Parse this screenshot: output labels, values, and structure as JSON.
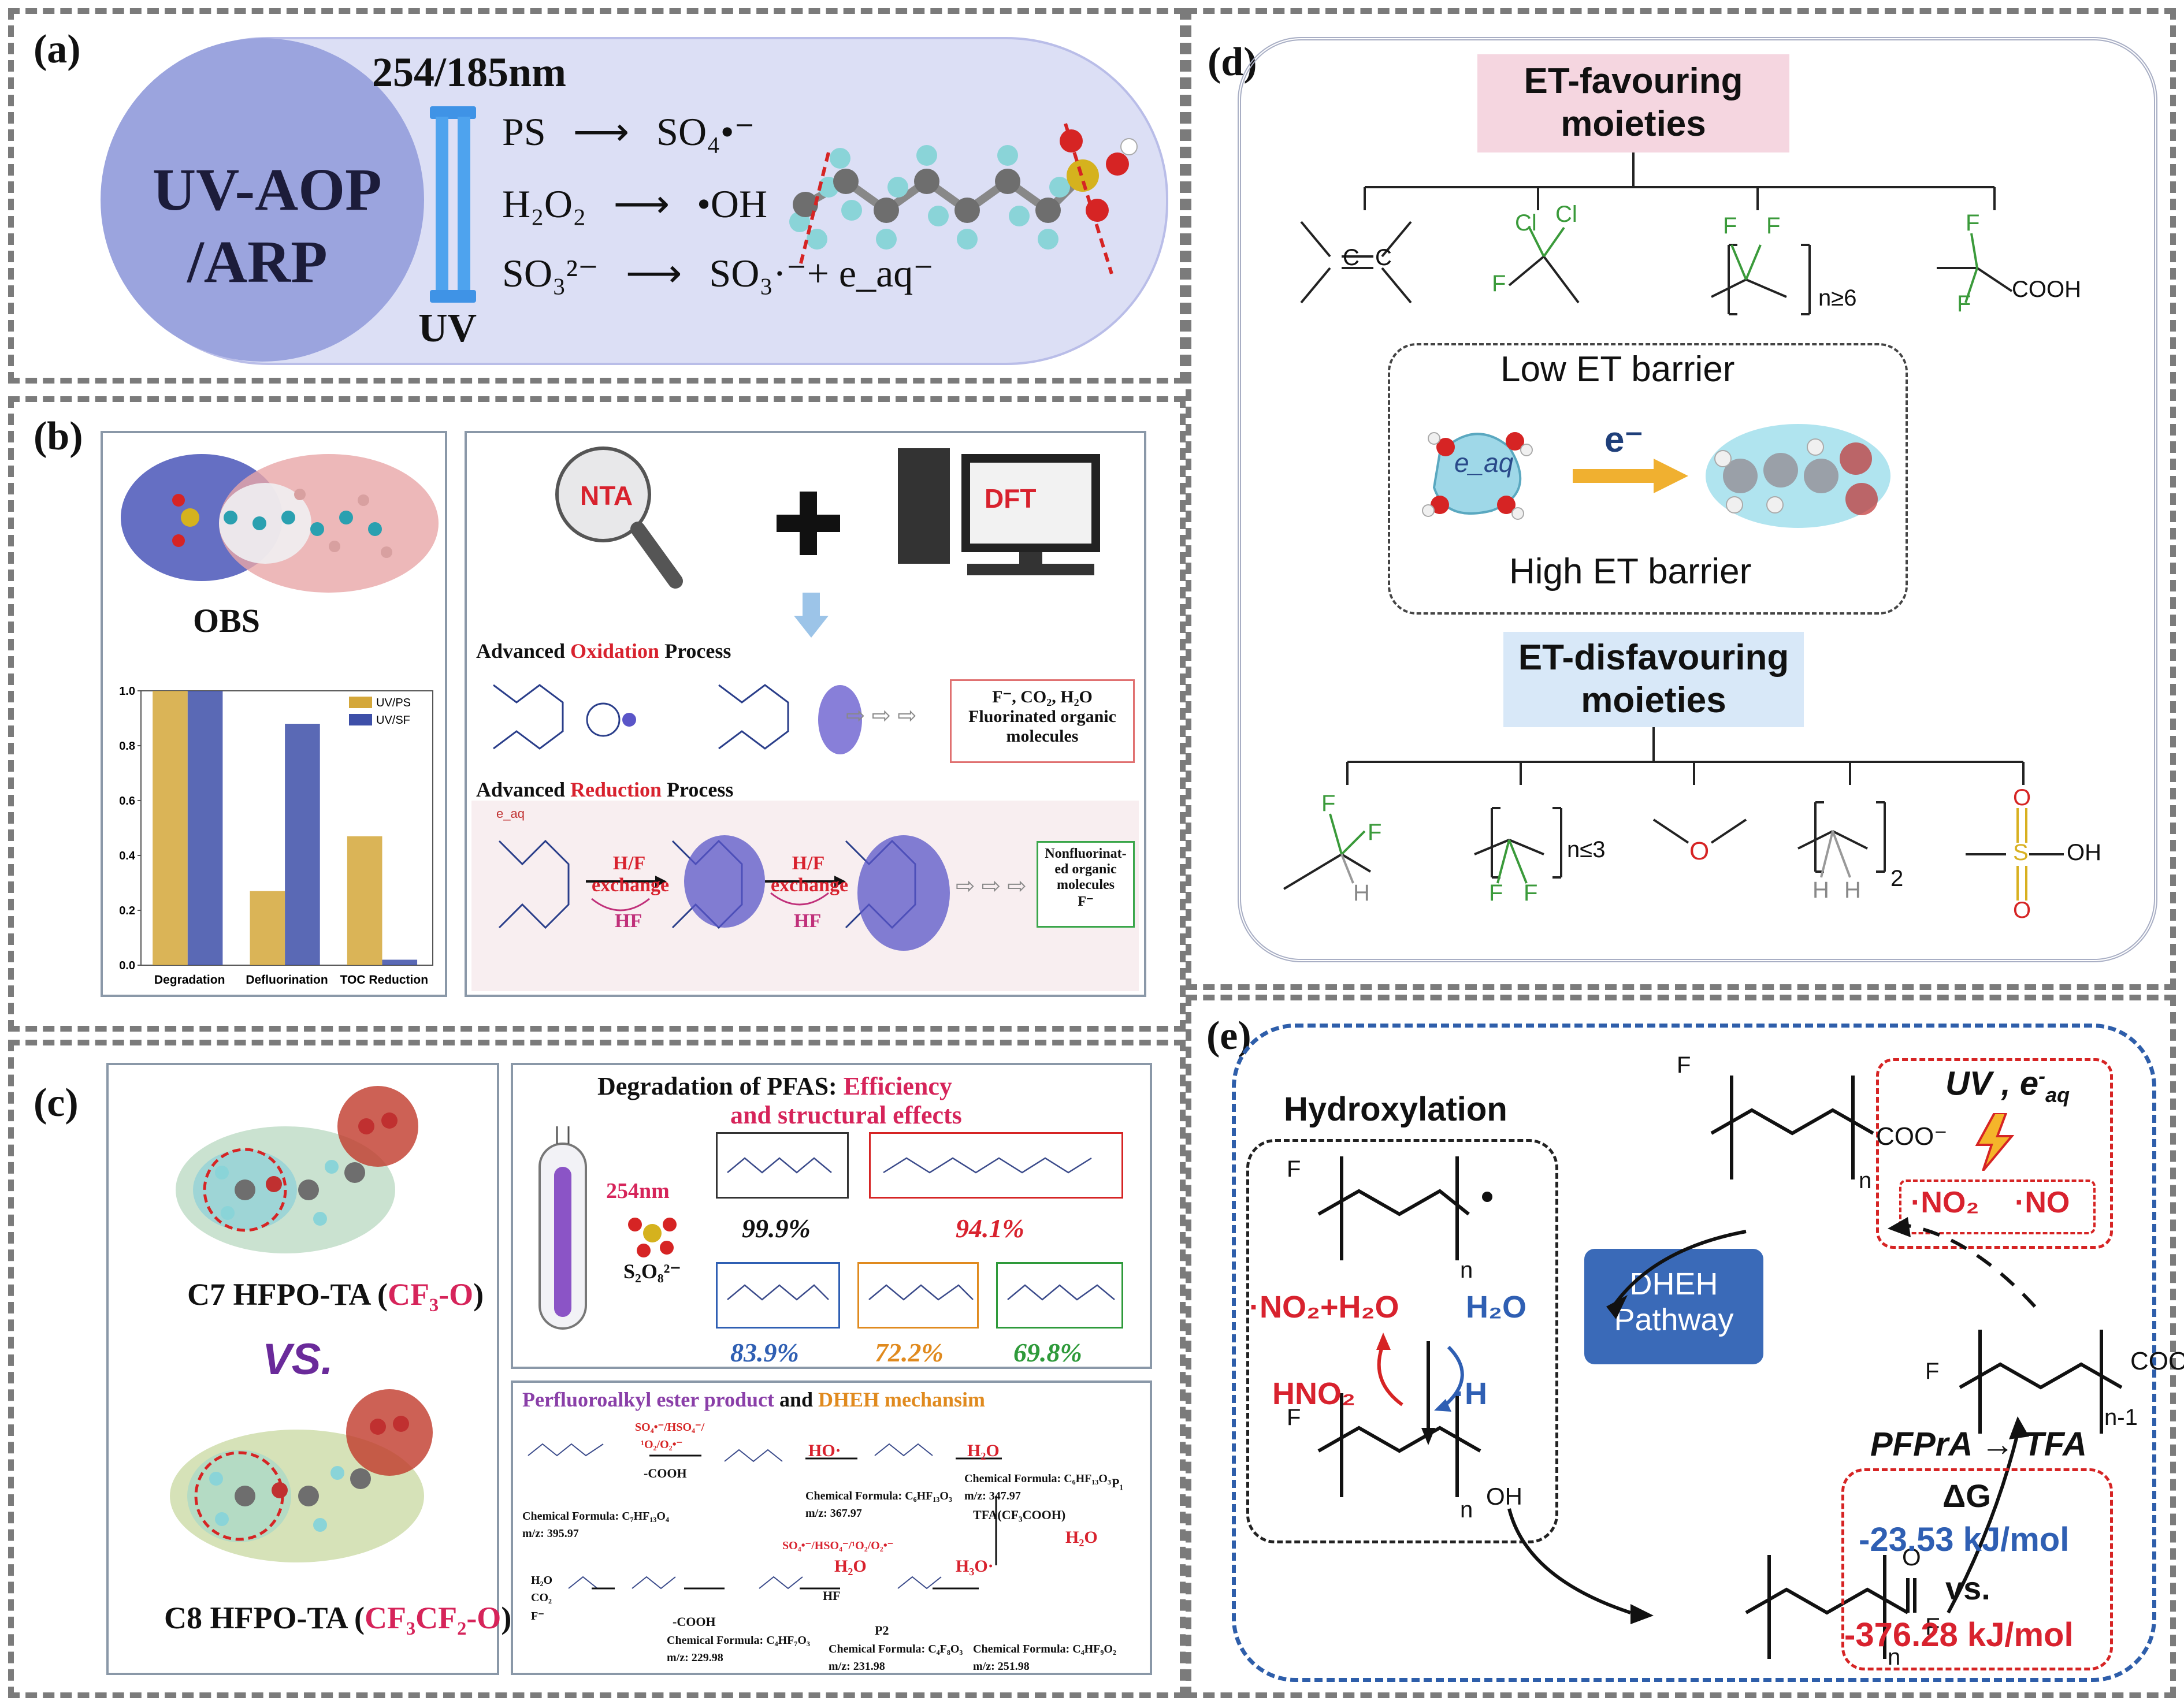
{
  "panels": {
    "a": {
      "label": "(a)",
      "wavelength": "254/185nm",
      "circle_line1": "UV-AOP",
      "circle_line2": "/ARP",
      "lamp_label": "UV",
      "reactions": [
        {
          "reactant": "PS",
          "product": "SO₄•⁻"
        },
        {
          "reactant": "H₂O₂",
          "product": "•OH"
        },
        {
          "reactant": "SO₃²⁻",
          "product": "SO₃·⁻+ e_aq⁻"
        }
      ]
    },
    "b": {
      "label": "(b)",
      "molecule_label": "OBS",
      "nta_label": "NTA",
      "dft_label": "DFT",
      "aop_title_prefix": "Advanced ",
      "aop_title_key": "Oxidation",
      "aop_title_suffix": " Process",
      "aop_products_line1": "F⁻, CO₂, H₂O",
      "aop_products_line2": "Fluorinated organic",
      "aop_products_line3": "molecules",
      "arp_title_prefix": "Advanced ",
      "arp_title_key": "Reduction",
      "arp_title_suffix": " Process",
      "hf_exchange_1": "H/F exchange",
      "hf_exchange_2": "H/F exchange",
      "hf_1": "HF",
      "hf_2": "HF",
      "arp_products_line1": "Nonfluorinat-",
      "arp_products_line2": "ed organic",
      "arp_products_line3": "molecules",
      "arp_products_line4": "F⁻",
      "eaq_label": "e_aq"
    },
    "c": {
      "label": "(c)",
      "mol1_label_prefix": "C7 HFPO-TA (",
      "mol1_label_key": "CF₃-O",
      "mol1_label_suffix": ")",
      "vs": "VS.",
      "mol2_label_prefix": "C8 HFPO-TA (",
      "mol2_label_key": "CF₃CF₂-O",
      "mol2_label_suffix": ")",
      "title_line1_prefix": "Degradation of PFAS: ",
      "title_line1_key": "Efficiency",
      "title_line2": "and structural effects",
      "uv_label": "254nm",
      "oxidant": "S₂O₈²⁻",
      "efficiencies": [
        {
          "value": "99.9%",
          "color": "#111111"
        },
        {
          "value": "94.1%",
          "color": "#d8222e"
        },
        {
          "value": "83.9%",
          "color": "#2f5fb3"
        },
        {
          "value": "72.2%",
          "color": "#e08a1e"
        },
        {
          "value": "69.8%",
          "color": "#2e9a3a"
        }
      ],
      "mech_title_part1": "Perfluoroalkyl ester product",
      "mech_title_and": " and ",
      "mech_title_part2": "DHEH mechansim",
      "mech_labels": {
        "radicals_top": "SO₄•⁻/HSO₄⁻/",
        "radicals_top2": "¹O₂/O₂•⁻",
        "cooh_loss": "-COOH",
        "ho": "HO·",
        "h2o_1": "H₂O",
        "h2o_2": "H₂O",
        "h2o_3": "H₂O",
        "h3o": "H₃O·",
        "hf": "HF",
        "p1": "P₁",
        "p2": "P2",
        "tfa": "TFA(CF₃COOH)",
        "radicals_bottom": "SO₄•⁻/HSO₄⁻/¹O₂/O₂•⁻",
        "cooh_loss2": "-COOH",
        "final_products": [
          "H₂O",
          "CO₂",
          "F⁻"
        ]
      },
      "formulas": [
        {
          "formula": "Chemical Formula: C₇HF₁₃O₄",
          "mz": "m/z: 395.97"
        },
        {
          "formula": "Chemical Formula: C₆HF₁₃O₃",
          "mz": "m/z: 367.97"
        },
        {
          "formula": "Chemical Formula: C₆HF₁₃O₃",
          "mz": "m/z: 347.97"
        },
        {
          "formula": "Chemical Formula: C₄HF₇O₃",
          "mz": "m/z: 229.98"
        },
        {
          "formula": "Chemical Formula: C₄F₈O₃",
          "mz": "m/z: 231.98"
        },
        {
          "formula": "Chemical Formula: C₄HF₉O₂",
          "mz": "m/z: 251.98"
        }
      ]
    },
    "d": {
      "label": "(d)",
      "favouring_line1": "ET-favouring",
      "favouring_line2": "moieties",
      "low_barrier": "Low ET barrier",
      "high_barrier": "High ET barrier",
      "electron": "e⁻",
      "eaq": "e_aq",
      "disfavouring_line1": "ET-disfavouring",
      "disfavouring_line2": "moieties",
      "atoms": {
        "F": "F",
        "Cl": "Cl",
        "H": "H",
        "O": "O",
        "S": "S",
        "C": "C"
      },
      "subscripts": {
        "n_ge6": "n≥6",
        "n_le3": "n≤3",
        "two": "2"
      },
      "groups": {
        "cooh": "COOH",
        "oh": "OH"
      }
    },
    "e": {
      "label": "(e)",
      "hydroxylation": "Hydroxylation",
      "uv_eaq_prefix": "UV , e",
      "uv_eaq_sub": "aq",
      "no2": "·NO₂",
      "no": "·NO",
      "center_line1": "DHEH",
      "center_line2": "Pathway",
      "left_reactant": "·NO₂+H₂O",
      "left_product": "HNO₂",
      "right_reactant": "H₂O",
      "right_product": "·H",
      "transformation": "PFPrA → TFA",
      "delta_g": "ΔG",
      "dg1": "-23.53 kJ/mol",
      "vs": "vs.",
      "dg2": "-376.28 kJ/mol",
      "groups": {
        "coo": "COO⁻",
        "cooh": "COOH",
        "oh": "OH",
        "f": "F",
        "o": "O",
        "n": "n",
        "n1": "n-1"
      }
    }
  },
  "chart_data": {
    "type": "bar",
    "categories": [
      "Degradation",
      "Defluorination",
      "TOC Reduction"
    ],
    "series": [
      {
        "name": "UV/PS",
        "values": [
          1.0,
          0.27,
          0.47
        ],
        "color": "#d4a73a"
      },
      {
        "name": "UV/SF",
        "values": [
          1.0,
          0.88,
          0.02
        ],
        "color": "#3d4fa8"
      }
    ],
    "ylim": [
      0,
      1.0
    ],
    "yticks": [
      "0.0",
      "0.2",
      "0.4",
      "0.6",
      "0.8",
      "1.0"
    ],
    "legend_position": "top-right"
  }
}
